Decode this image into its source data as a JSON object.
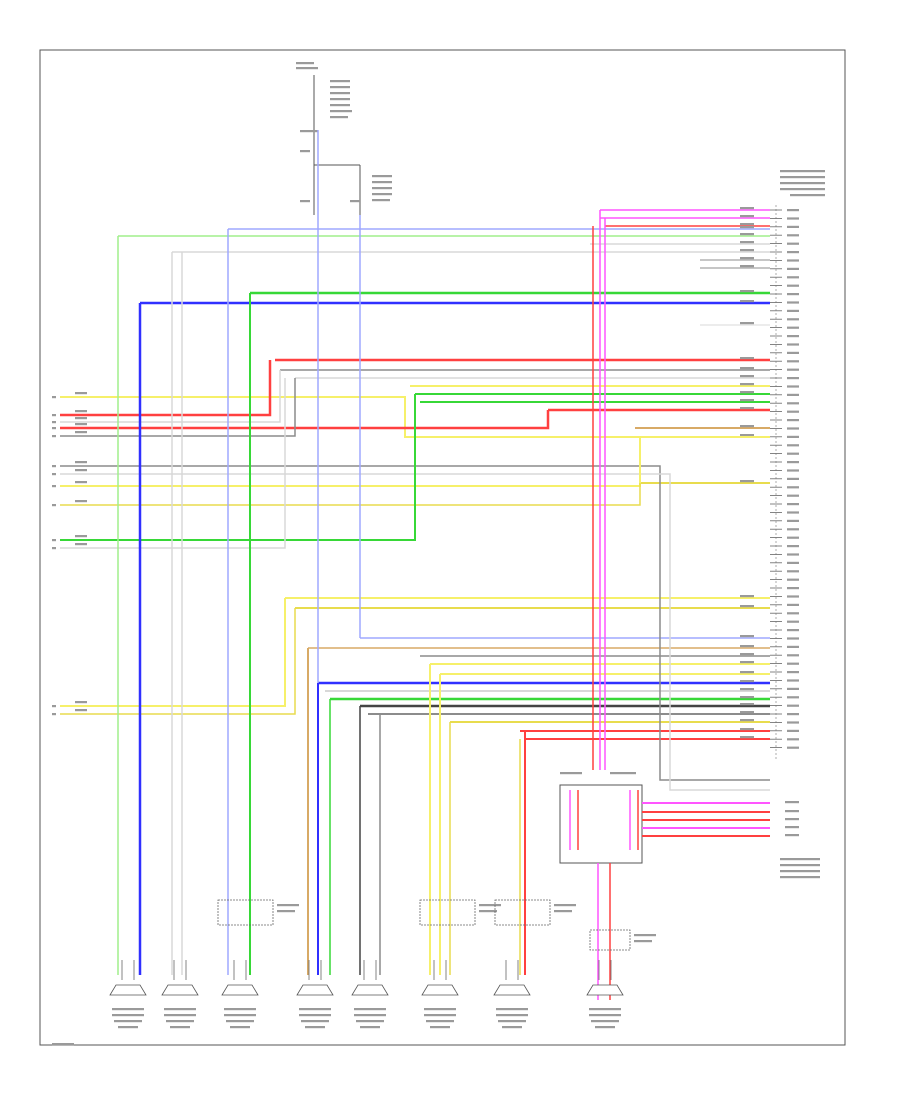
{
  "diagram": {
    "footer_code": "",
    "colors": {
      "green": "#37d837",
      "blue": "#3030ff",
      "light_green": "#a0ef8c",
      "light_blue": "#9fa8ff",
      "red": "#ff4040",
      "pink": "#ff55ff",
      "yellow": "#f6f06a",
      "dark_yellow": "#e8dc4e",
      "gray": "#8c8c8c",
      "dark_gray": "#444444",
      "tan": "#d8aa66",
      "light_gray": "#d8d8d8"
    },
    "components": [
      {
        "id": "speaker-1",
        "label": ""
      },
      {
        "id": "speaker-2",
        "label": ""
      },
      {
        "id": "speaker-3",
        "label": ""
      },
      {
        "id": "speaker-4",
        "label": ""
      },
      {
        "id": "speaker-5",
        "label": ""
      },
      {
        "id": "speaker-6",
        "label": ""
      },
      {
        "id": "speaker-7",
        "label": ""
      },
      {
        "id": "speaker-8",
        "label": ""
      },
      {
        "id": "amplifier-box",
        "label": ""
      },
      {
        "id": "audio-unit",
        "label": ""
      }
    ]
  }
}
